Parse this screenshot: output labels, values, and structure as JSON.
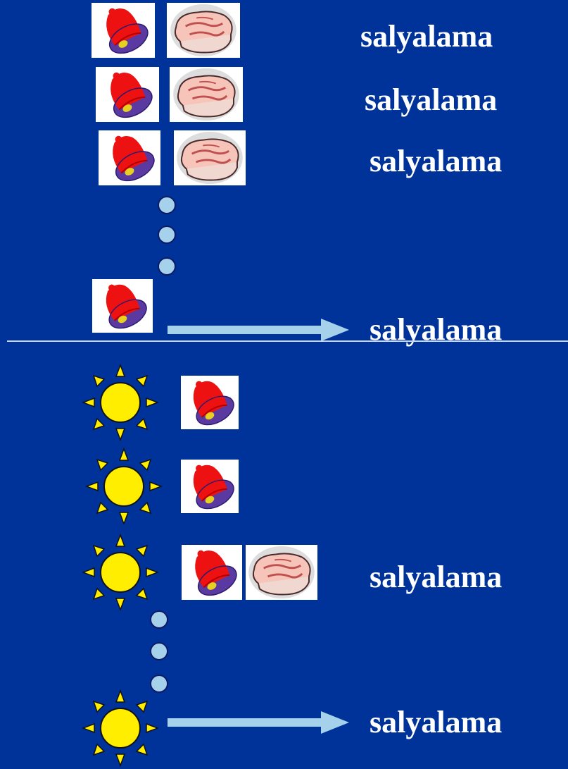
{
  "upper": {
    "rows": [
      {
        "label": "salyalama",
        "icons": [
          "bell-icon",
          "meat-icon"
        ]
      },
      {
        "label": "salyalama",
        "icons": [
          "bell-icon",
          "meat-icon"
        ]
      },
      {
        "label": "salyalama",
        "icons": [
          "bell-icon",
          "meat-icon"
        ]
      }
    ],
    "final": {
      "label": "salyalama",
      "icons": [
        "bell-icon",
        "arrow-right-icon"
      ]
    }
  },
  "lower": {
    "rows": [
      {
        "label": "",
        "icons": [
          "sun-icon",
          "bell-icon"
        ]
      },
      {
        "label": "",
        "icons": [
          "sun-icon",
          "bell-icon"
        ]
      },
      {
        "label": "salyalama",
        "icons": [
          "sun-icon",
          "bell-icon",
          "meat-icon"
        ]
      }
    ],
    "final": {
      "label": "salyalama",
      "icons": [
        "sun-icon",
        "arrow-right-icon"
      ]
    }
  },
  "colors": {
    "background": "#003399",
    "text": "#ffffff",
    "dot": "#a6d1ea",
    "arrow": "#a6d1ea",
    "bell": "#ee1111",
    "sun": "#ffee00"
  }
}
